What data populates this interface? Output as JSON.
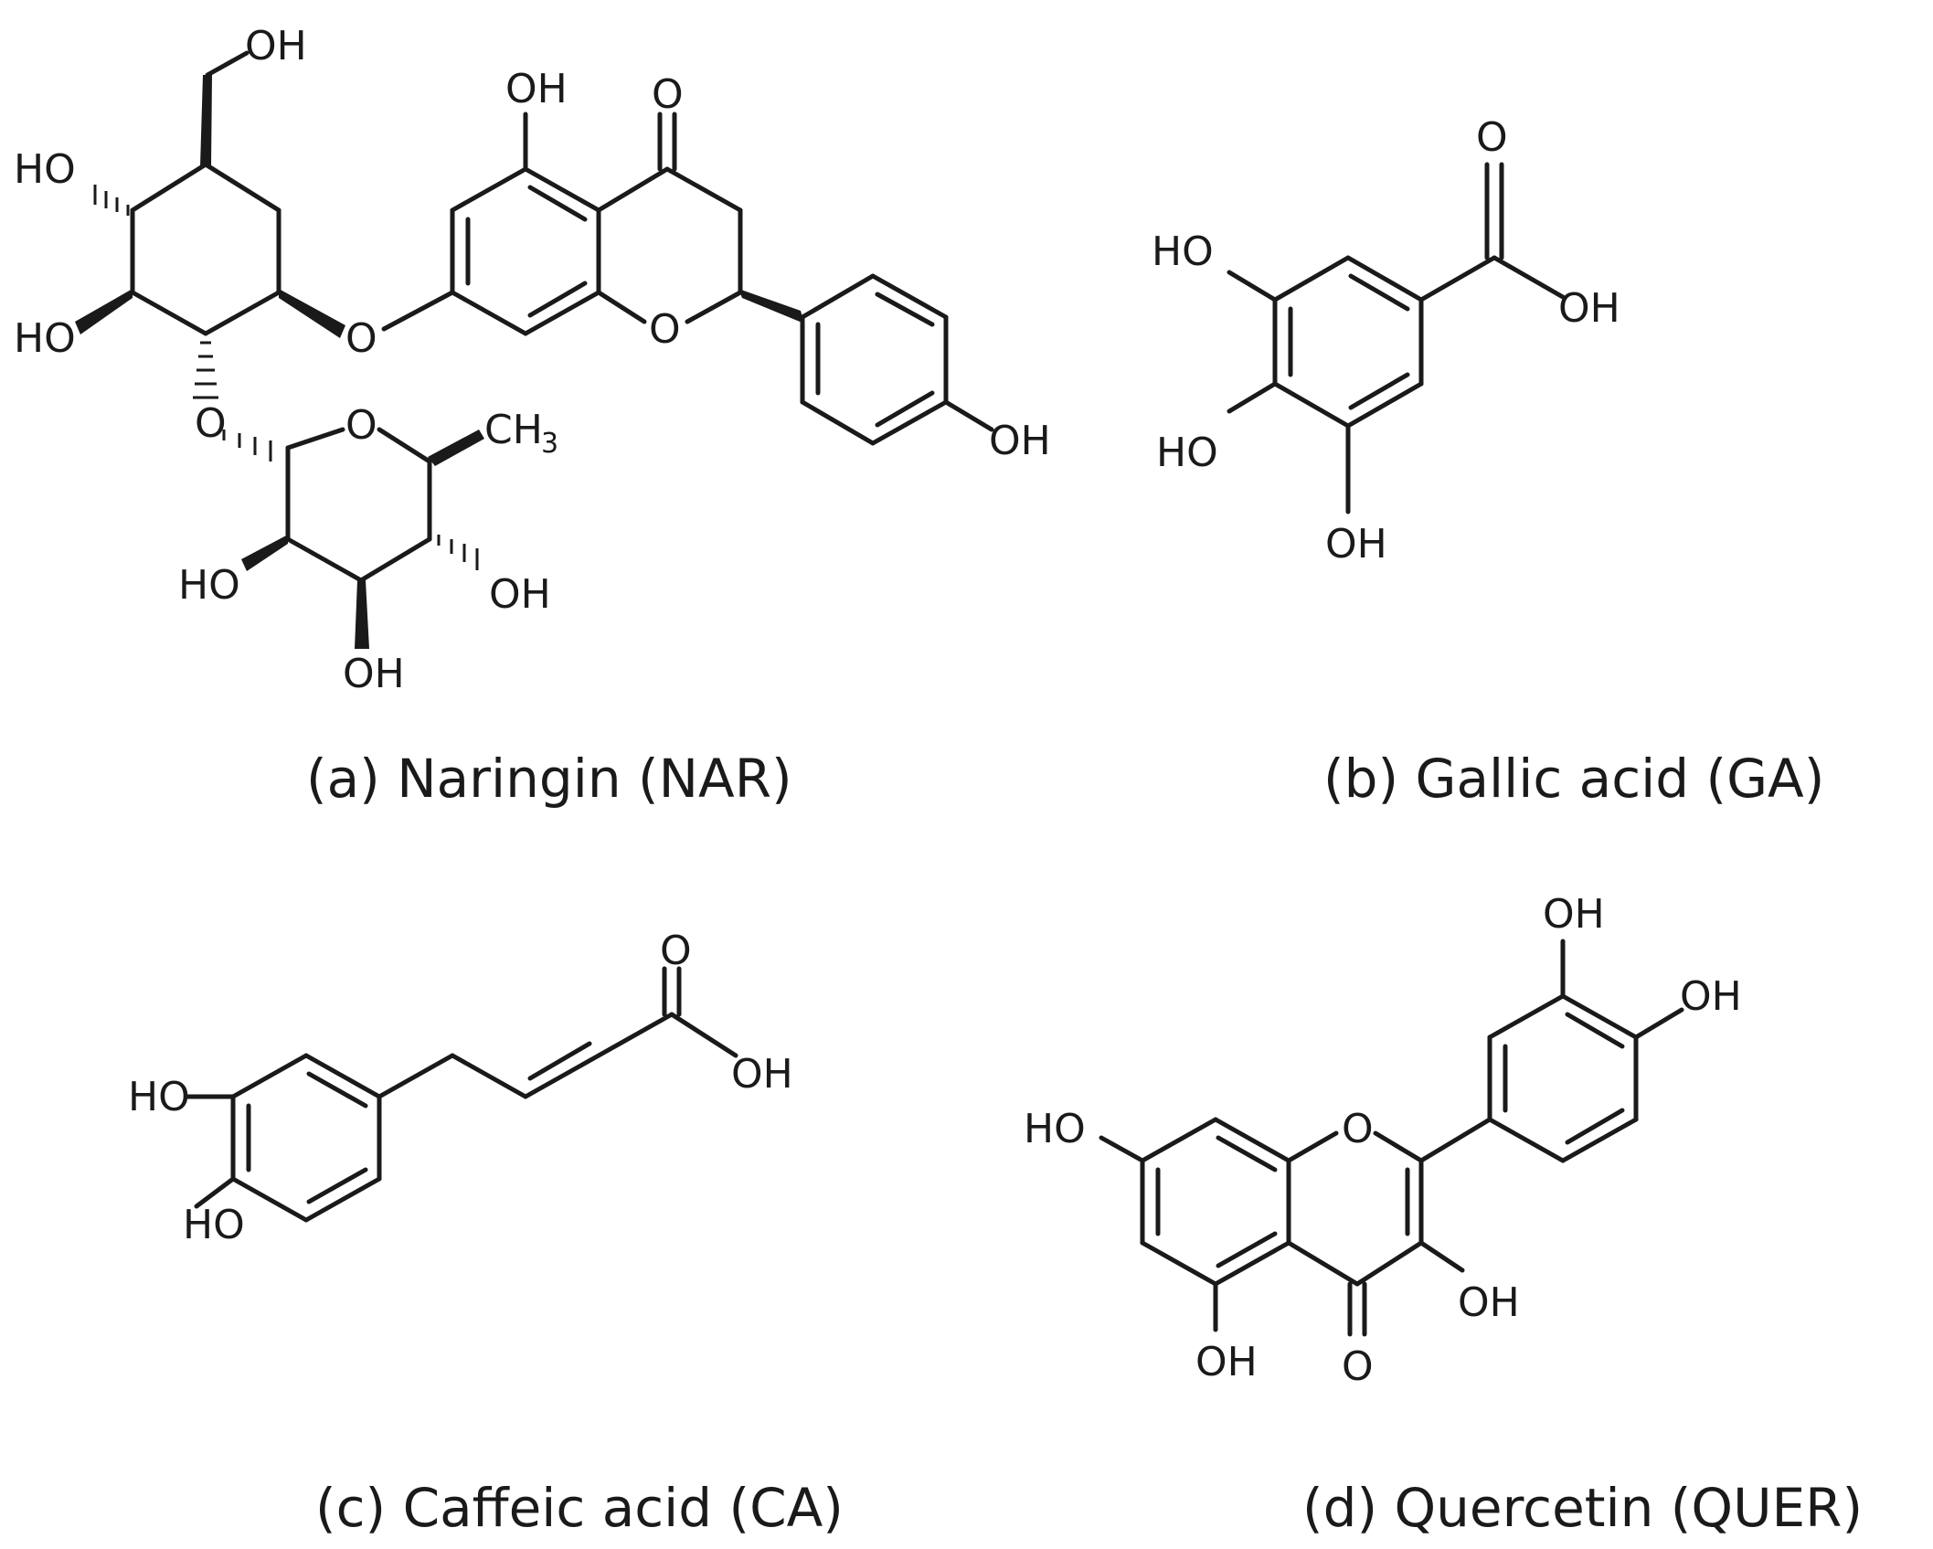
{
  "captions": {
    "a": "(a) Naringin (NAR)",
    "b": "(b) Gallic acid (GA)",
    "c": "(c) Caffeic acid (CA)",
    "d": "(d) Quercetin (QUER)"
  },
  "atoms": {
    "oh": "OH",
    "ho": "HO",
    "o": "O",
    "ch": "CH",
    "sub3": "3"
  }
}
